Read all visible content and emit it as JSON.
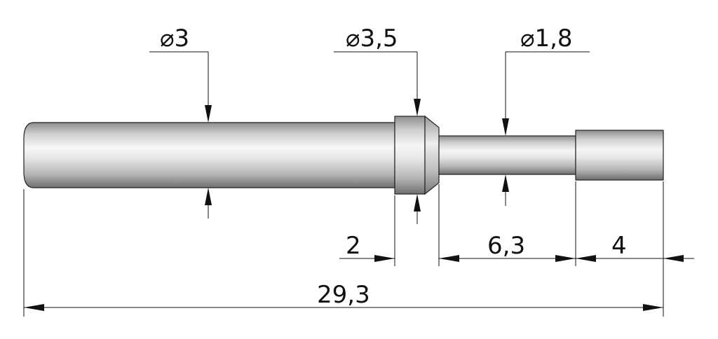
{
  "drawing": {
    "diameters": {
      "main_shaft": "⌀3",
      "collar": "⌀3,5",
      "neck": "⌀1,8"
    },
    "lengths": {
      "collar": "2",
      "neck": "6,3",
      "end_section": "4",
      "overall": "29,3"
    }
  },
  "colors": {
    "line": "#111111",
    "body_light": "#f4f4f4",
    "body_mid": "#cfcfcf",
    "body_dark": "#7d7d7d"
  }
}
